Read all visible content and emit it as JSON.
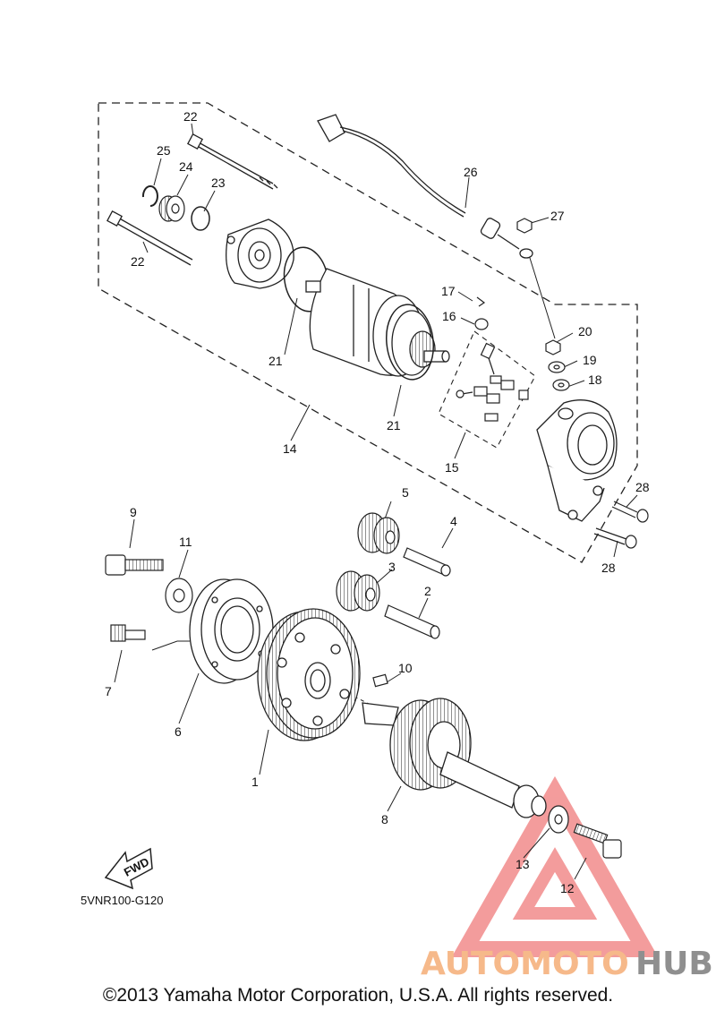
{
  "callouts": {
    "c1": "1",
    "c2": "2",
    "c3": "3",
    "c4": "4",
    "c5": "5",
    "c6": "6",
    "c7": "7",
    "c8": "8",
    "c9": "9",
    "c10": "10",
    "c11": "11",
    "c12": "12",
    "c13": "13",
    "c14": "14",
    "c15": "15",
    "c16": "16",
    "c17": "17",
    "c18": "18",
    "c19": "19",
    "c20": "20",
    "c21a": "21",
    "c21b": "21",
    "c22a": "22",
    "c22b": "22",
    "c23": "23",
    "c24": "24",
    "c25": "25",
    "c26": "26",
    "c27": "27",
    "c28a": "28",
    "c28b": "28"
  },
  "fwd_label": "FWD",
  "diagram_code": "5VNR100-G120",
  "watermark": {
    "part1": "AUTOMOTO",
    "part2": "HUB",
    "color1": "#f6b98a",
    "color2": "#8f8f8f",
    "triangle_color": "#f28b8b"
  },
  "copyright": "©2013 Yamaha Motor Corporation, U.S.A. All rights reserved."
}
